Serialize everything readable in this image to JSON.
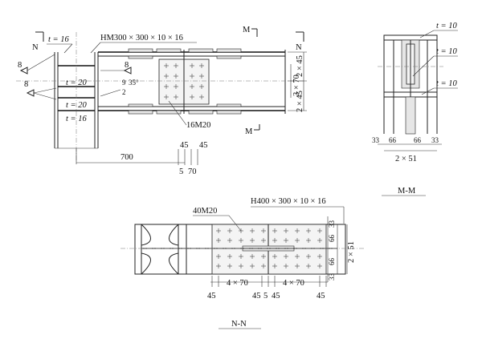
{
  "left_view": {
    "section_N_label": "N",
    "section_N_label_right": "N",
    "section_M_label_top": "M",
    "section_M_label_bottom": "M",
    "beam_label": "HM300 × 300 × 10 × 16",
    "t16_top": "t = 16",
    "t20_a": "t = 20",
    "t20_b": "t = 20",
    "t16_bot": "t = 16",
    "weld_8_a": "8",
    "weld_8_b": "8",
    "weld_8_c": "8",
    "weld_9": "9",
    "weld_2": "2",
    "angle": "35°",
    "bolt_label": "16M20",
    "dim_3x70": "3 × 70",
    "dim_2x45_top": "2 × 45",
    "dim_2x45_bot": "2 × 45",
    "dim_700": "700",
    "dim_45_a": "45",
    "dim_45_b": "45",
    "dim_5": "5",
    "dim_70": "70"
  },
  "mm_view": {
    "title": "M-M",
    "t10_a": "t = 10",
    "t10_b": "t = 10",
    "t10_c": "t = 10",
    "dim_33_l": "33",
    "dim_66_l": "66",
    "dim_66_r": "66",
    "dim_33_r": "33",
    "dim_2x51": "2 × 51"
  },
  "nn_view": {
    "title": "N-N",
    "beam_label": "H400 × 300 × 10 × 16",
    "bolt_label": "40M20",
    "dim_33_top": "33",
    "dim_66_top": "66",
    "dim_2x51": "2 × 51",
    "dim_66_bot": "66",
    "dim_33_bot": "33",
    "dim_4x70_a": "4 × 70",
    "dim_4x70_b": "4 × 70",
    "dim_45_a": "45",
    "dim_45_b": "45",
    "dim_5": "5",
    "dim_45_c": "45",
    "dim_45_d": "45"
  }
}
